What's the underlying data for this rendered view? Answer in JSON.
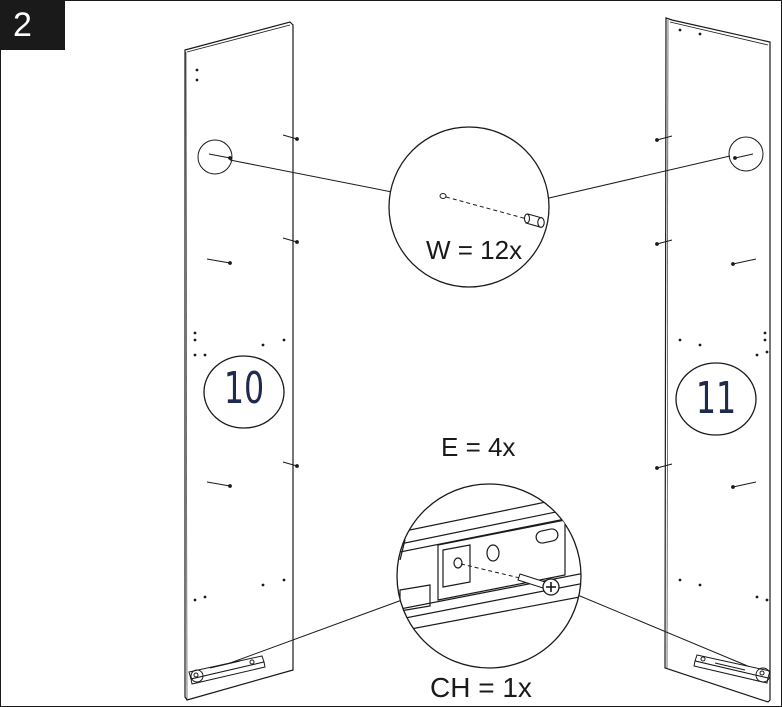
{
  "step": {
    "number": "2"
  },
  "panels": [
    {
      "id": "left",
      "number": "10"
    },
    {
      "id": "right",
      "number": "11"
    }
  ],
  "hardware": {
    "dowel": {
      "label": "W = 12x"
    },
    "slide": {
      "label": "E = 4x"
    },
    "screw": {
      "label": "CH = 1x"
    }
  },
  "colors": {
    "line": "#1a1a1a",
    "number": "#1f2a4f",
    "badge": "#1a1a1a"
  }
}
